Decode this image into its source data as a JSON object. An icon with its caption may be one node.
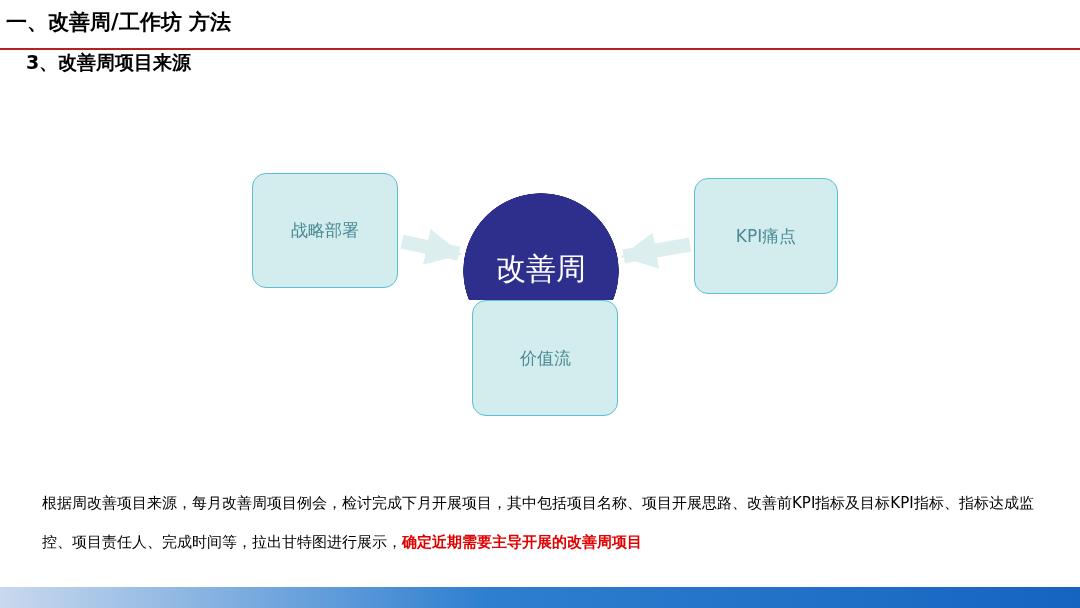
{
  "diagram": {
    "title": "一、改善周/工作坊 方法",
    "nodes": [
      {
        "text": [
          "战略部署"
        ]
      },
      {
        "text": [
          "改善周"
        ]
      },
      {
        "text": [
          "KPI痛点"
        ]
      },
      {
        "text": [
          "价值流"
        ]
      }
    ],
    "edges": [
      {
        "from": 0,
        "to": 1,
        "arrow": "to"
      },
      {
        "from": 2,
        "to": 1,
        "arrow": "to"
      }
    ],
    "labels": [
      "3、改善周项目来源",
      "根据周改善项目来源，每月改善周项目例会，检讨完成下月开展项目，其中包括项目名称、项目开展思路、改善前KPI指标及目标KPI指标、指标达成监控、项目责任人、完成时间等，拉出甘特图进行展示，",
      "确定近期需要主导开展的改善周项目"
    ]
  }
}
